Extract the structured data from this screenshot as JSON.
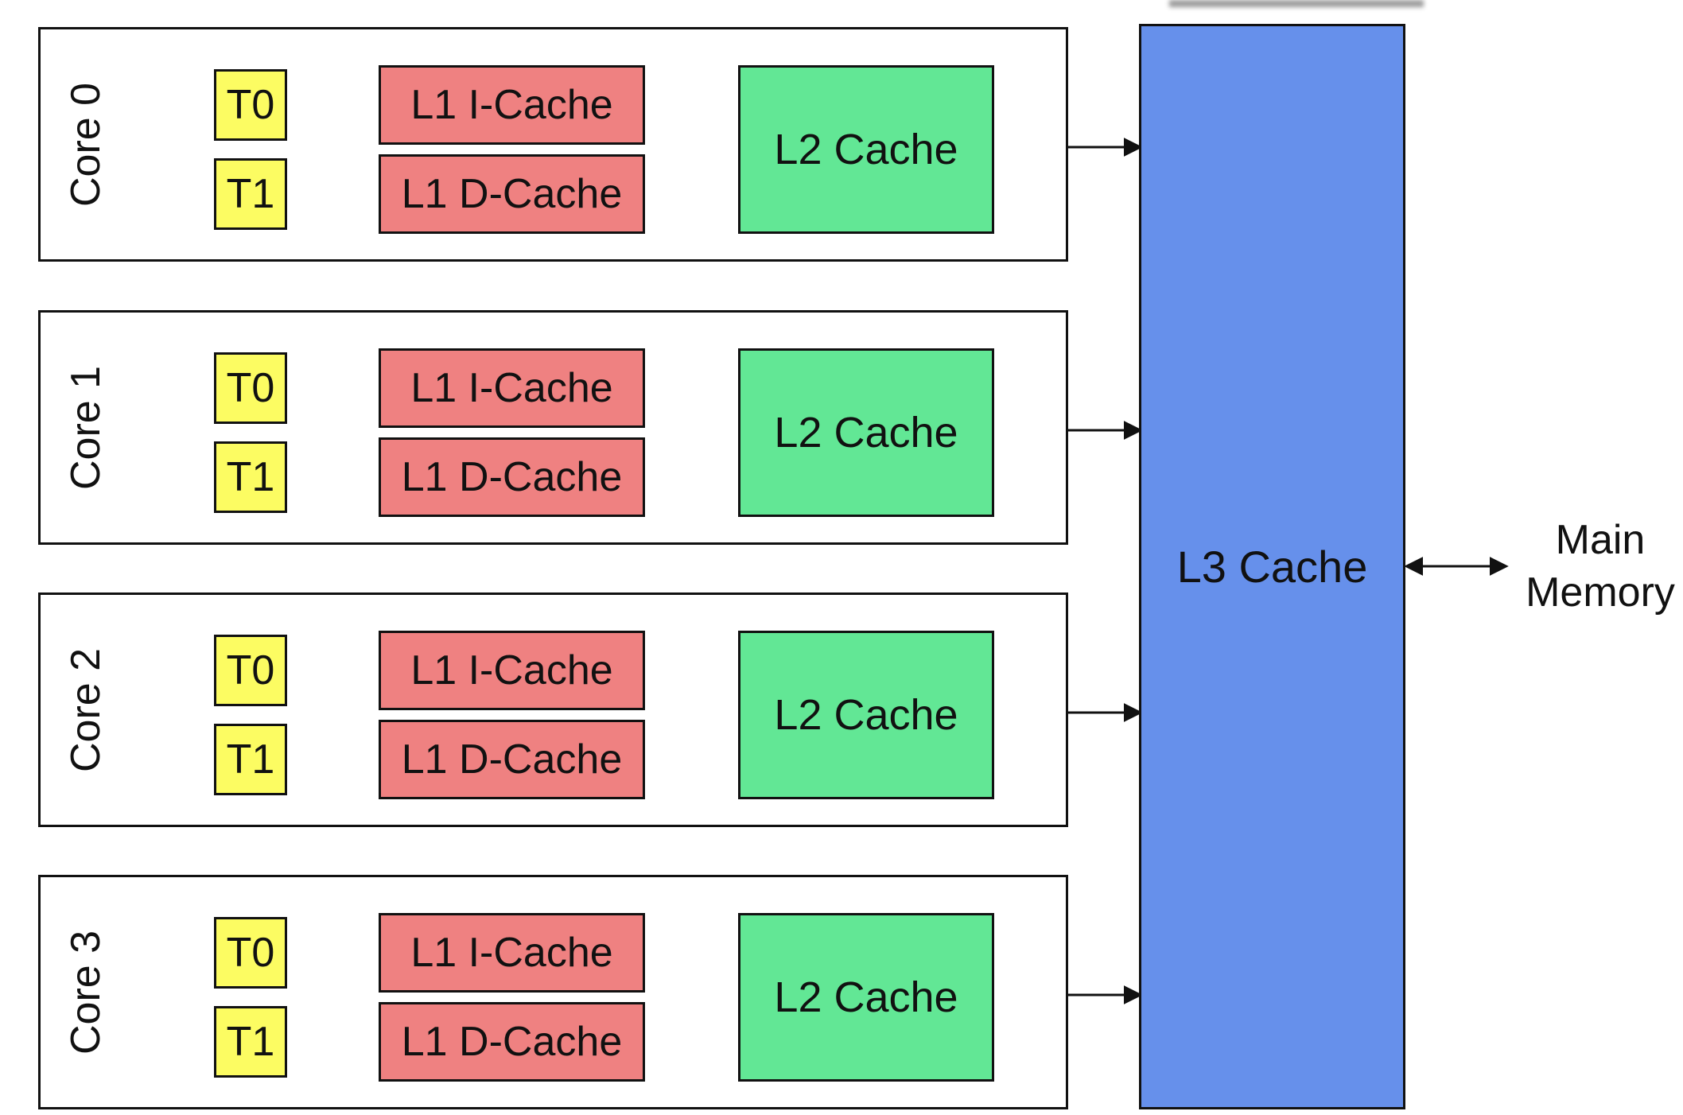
{
  "diagram": {
    "title_semantic": "Quad-core CPU cache hierarchy",
    "cores": [
      {
        "label": "Core 0",
        "threads": [
          "T0",
          "T1"
        ],
        "l1i": "L1 I-Cache",
        "l1d": "L1 D-Cache",
        "l2": "L2 Cache"
      },
      {
        "label": "Core 1",
        "threads": [
          "T0",
          "T1"
        ],
        "l1i": "L1 I-Cache",
        "l1d": "L1 D-Cache",
        "l2": "L2 Cache"
      },
      {
        "label": "Core 2",
        "threads": [
          "T0",
          "T1"
        ],
        "l1i": "L1 I-Cache",
        "l1d": "L1 D-Cache",
        "l2": "L2 Cache"
      },
      {
        "label": "Core 3",
        "threads": [
          "T0",
          "T1"
        ],
        "l1i": "L1 I-Cache",
        "l1d": "L1 D-Cache",
        "l2": "L2 Cache"
      }
    ],
    "l3_label": "L3 Cache",
    "main_memory": [
      "Main",
      "Memory"
    ],
    "colors": {
      "thread": "#FCFC62",
      "l1": "#EF8181",
      "l2": "#62E795",
      "l3": "#6690EB",
      "border": "#111111"
    }
  }
}
